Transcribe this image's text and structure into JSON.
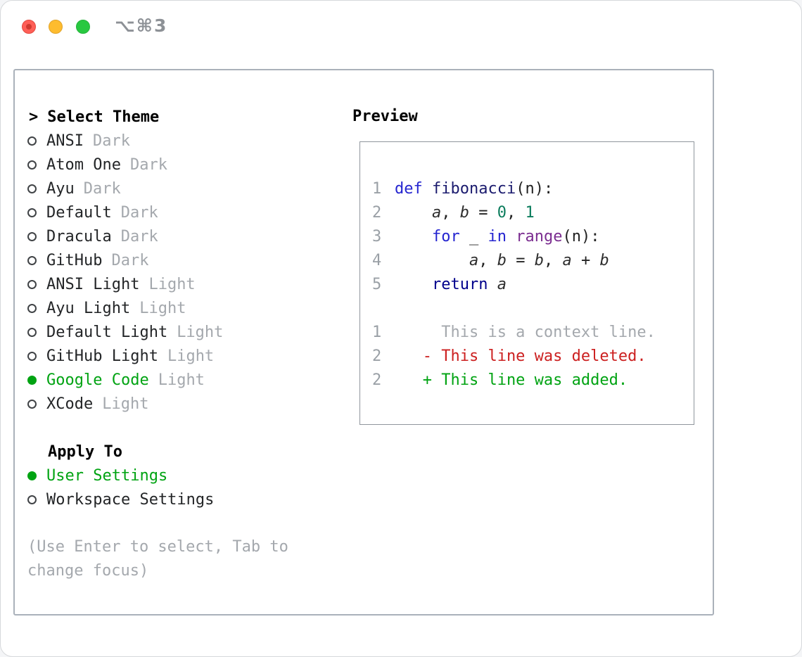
{
  "window": {
    "shortcut_label": "⌥⌘3",
    "traffic_lights": [
      "close",
      "minimize",
      "zoom"
    ]
  },
  "colors": {
    "accent_green": "#00a312",
    "diff_red": "#cc2020",
    "diff_green": "#00a312",
    "muted_gray": "#a4a8ad",
    "line_number": "#9aa0a6",
    "text_primary": "#232527",
    "panel_border": "#aab1ba",
    "preview_border": "#8f969d",
    "code_keyword": "#2525d0",
    "code_function": "#1b1b6e",
    "code_return": "#00008b",
    "code_type": "#7b2d90",
    "code_number": "#0b7c5c",
    "code_variable": "#2d2d2d",
    "code_plain": "#222222",
    "traffic_close": "#ff5f57",
    "traffic_minimize": "#febc2e",
    "traffic_zoom": "#28c840"
  },
  "theme_selector": {
    "prompt": ">",
    "title": "Select Theme",
    "items": [
      {
        "name": "ANSI",
        "variant": "Dark",
        "selected": false
      },
      {
        "name": "Atom One",
        "variant": "Dark",
        "selected": false
      },
      {
        "name": "Ayu",
        "variant": "Dark",
        "selected": false
      },
      {
        "name": "Default",
        "variant": "Dark",
        "selected": false
      },
      {
        "name": "Dracula",
        "variant": "Dark",
        "selected": false
      },
      {
        "name": "GitHub",
        "variant": "Dark",
        "selected": false
      },
      {
        "name": "ANSI Light",
        "variant": "Light",
        "selected": false
      },
      {
        "name": "Ayu Light",
        "variant": "Light",
        "selected": false
      },
      {
        "name": "Default Light",
        "variant": "Light",
        "selected": false
      },
      {
        "name": "GitHub Light",
        "variant": "Light",
        "selected": false
      },
      {
        "name": "Google Code",
        "variant": "Light",
        "selected": true
      },
      {
        "name": "XCode",
        "variant": "Light",
        "selected": false
      }
    ]
  },
  "apply_to": {
    "title": "Apply To",
    "options": [
      {
        "label": "User Settings",
        "selected": true
      },
      {
        "label": "Workspace Settings",
        "selected": false
      }
    ]
  },
  "hint": "(Use Enter to select, Tab to change focus)",
  "preview": {
    "title": "Preview",
    "code_lines": [
      {
        "num": "1",
        "tokens": [
          {
            "text": "def",
            "style": "kw"
          },
          {
            "text": " ",
            "style": "plain"
          },
          {
            "text": "fibonacci",
            "style": "fn"
          },
          {
            "text": "(n):",
            "style": "plain"
          }
        ]
      },
      {
        "num": "2",
        "tokens": [
          {
            "text": "    ",
            "style": "plain"
          },
          {
            "text": "a",
            "style": "var"
          },
          {
            "text": ", ",
            "style": "plain"
          },
          {
            "text": "b",
            "style": "var"
          },
          {
            "text": " = ",
            "style": "plain"
          },
          {
            "text": "0",
            "style": "num"
          },
          {
            "text": ", ",
            "style": "plain"
          },
          {
            "text": "1",
            "style": "num"
          }
        ]
      },
      {
        "num": "3",
        "tokens": [
          {
            "text": "    ",
            "style": "plain"
          },
          {
            "text": "for",
            "style": "kw"
          },
          {
            "text": " _ ",
            "style": "plain"
          },
          {
            "text": "in",
            "style": "kw"
          },
          {
            "text": " ",
            "style": "plain"
          },
          {
            "text": "range",
            "style": "typ"
          },
          {
            "text": "(n):",
            "style": "plain"
          }
        ]
      },
      {
        "num": "4",
        "tokens": [
          {
            "text": "        ",
            "style": "plain"
          },
          {
            "text": "a",
            "style": "var"
          },
          {
            "text": ", ",
            "style": "plain"
          },
          {
            "text": "b",
            "style": "var"
          },
          {
            "text": " = ",
            "style": "plain"
          },
          {
            "text": "b",
            "style": "var"
          },
          {
            "text": ", ",
            "style": "plain"
          },
          {
            "text": "a",
            "style": "var"
          },
          {
            "text": " + ",
            "style": "plain"
          },
          {
            "text": "b",
            "style": "var"
          }
        ]
      },
      {
        "num": "5",
        "tokens": [
          {
            "text": "    ",
            "style": "plain"
          },
          {
            "text": "return",
            "style": "ret"
          },
          {
            "text": " ",
            "style": "plain"
          },
          {
            "text": "a",
            "style": "var"
          }
        ]
      }
    ],
    "diff_lines": [
      {
        "num": "1",
        "text": "     This is a context line.",
        "kind": "context"
      },
      {
        "num": "2",
        "text": "   - This line was deleted.",
        "kind": "deleted"
      },
      {
        "num": "2",
        "text": "   + This line was added.",
        "kind": "added"
      }
    ]
  }
}
